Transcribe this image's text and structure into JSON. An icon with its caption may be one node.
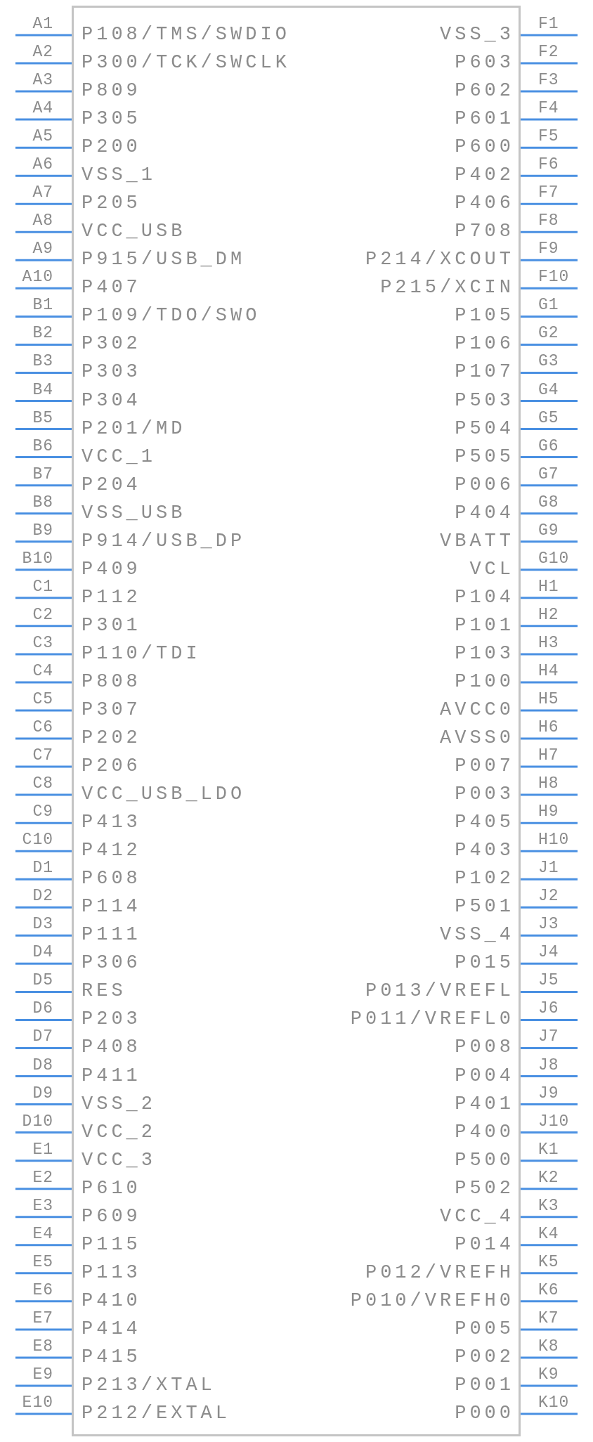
{
  "diagram": {
    "labels": [
      "A1",
      "P108/TMS/SWDIO",
      "VSS_3",
      "F1",
      "A2",
      "P300/TCK/SWCLK",
      "P603",
      "F2",
      "A3",
      "P809",
      "P602",
      "F3",
      "A4",
      "P305",
      "P601",
      "F4",
      "A5",
      "P200",
      "P600",
      "F5",
      "A6",
      "VSS_1",
      "P402",
      "F6",
      "A7",
      "P205",
      "P406",
      "F7",
      "A8",
      "VCC_USB",
      "P708",
      "F8",
      "A9",
      "P915/USB_DM",
      "P214/XCOUT",
      "F9",
      "A10",
      "P407",
      "P215/XCIN",
      "F10",
      "B1",
      "P109/TDO/SWO",
      "P105",
      "G1",
      "B2",
      "P302",
      "P106",
      "G2",
      "B3",
      "P303",
      "P107",
      "G3",
      "B4",
      "P304",
      "P503",
      "G4",
      "B5",
      "P201/MD",
      "P504",
      "G5",
      "B6",
      "VCC_1",
      "P505",
      "G6",
      "B7",
      "P204",
      "P006",
      "G7",
      "B8",
      "VSS_USB",
      "P404",
      "G8",
      "B9",
      "P914/USB_DP",
      "VBATT",
      "G9",
      "B10",
      "P409",
      "VCL",
      "G10",
      "C1",
      "P112",
      "P104",
      "H1",
      "C2",
      "P301",
      "P101",
      "H2",
      "C3",
      "P110/TDI",
      "P103",
      "H3",
      "C4",
      "P808",
      "P100",
      "H4",
      "C5",
      "P307",
      "AVCC0",
      "H5",
      "C6",
      "P202",
      "AVSS0",
      "H6",
      "C7",
      "P206",
      "P007",
      "H7",
      "C8",
      "VCC_USB_LDO",
      "P003",
      "H8",
      "C9",
      "P413",
      "P405",
      "H9",
      "C10",
      "P412",
      "P403",
      "H10",
      "D1",
      "P608",
      "P102",
      "J1",
      "D2",
      "P114",
      "P501",
      "J2",
      "D3",
      "P111",
      "VSS_4",
      "J3",
      "D4",
      "P306",
      "P015",
      "J4",
      "D5",
      "RES",
      "P013/VREFL",
      "J5",
      "D6",
      "P203",
      "P011/VREFL0",
      "J6",
      "D7",
      "P408",
      "P008",
      "J7",
      "D8",
      "P411",
      "P004",
      "J8",
      "D9",
      "VSS_2",
      "P401",
      "J9",
      "D10",
      "VCC_2",
      "P400",
      "J10",
      "E1",
      "VCC_3",
      "P500",
      "K1",
      "E2",
      "P610",
      "P502",
      "K2",
      "E3",
      "P609",
      "VCC_4",
      "K3",
      "E4",
      "P115",
      "P014",
      "K4",
      "E5",
      "P113",
      "P012/VREFH",
      "K5",
      "E6",
      "P410",
      "P010/VREFH0",
      "K6",
      "E7",
      "P414",
      "P005",
      "K7",
      "E8",
      "P415",
      "P002",
      "K8",
      "E9",
      "P213/XTAL",
      "P001",
      "K9",
      "E10",
      "P212/EXTAL",
      "P000",
      "K10"
    ]
  }
}
